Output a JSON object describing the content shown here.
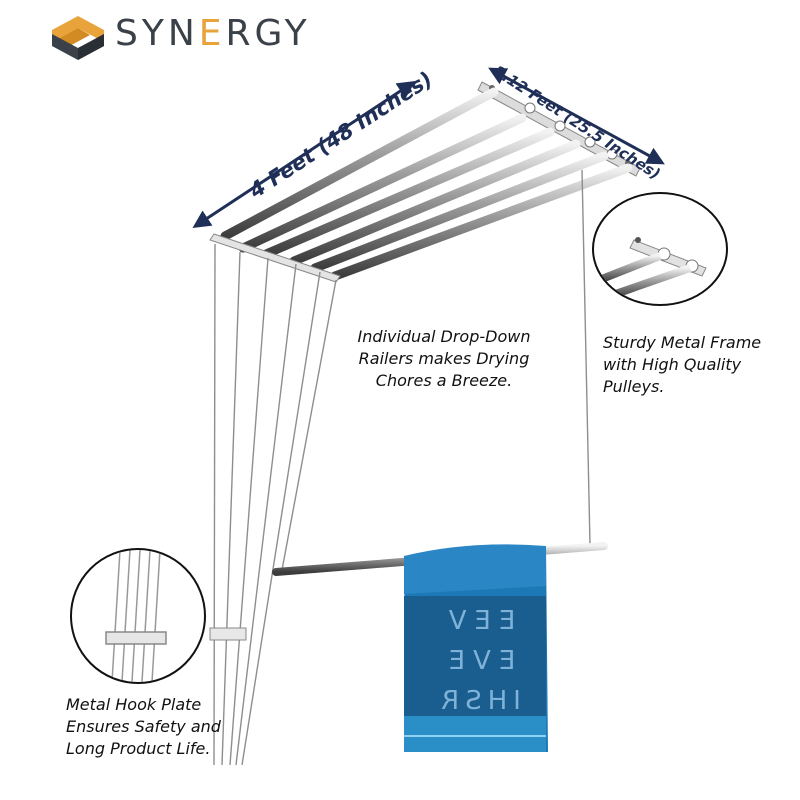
{
  "brand": {
    "name_pre": "SYN",
    "name_accent": "E",
    "name_post": "RGY",
    "logo_colors": {
      "top": "#e8a33a",
      "bottom": "#3b4148"
    }
  },
  "dimensions": {
    "width_label": "4 Feet (48 Inches)",
    "depth_label": "2.12 Feet (25.5 Inches)",
    "arrow_color": "#1f2f57"
  },
  "notes": {
    "dropdown": "Individual Drop-Down Railers makes Drying Chores a Breeze.",
    "frame": "Sturdy Metal Frame with High Quality Pulleys.",
    "hook": "Metal Hook Plate Ensures Safety and Long Product Life."
  },
  "towel": {
    "text_row1": "EEV",
    "text_row2": "EVE",
    "text_row3": "IHSR",
    "color": "#1d78b6"
  }
}
